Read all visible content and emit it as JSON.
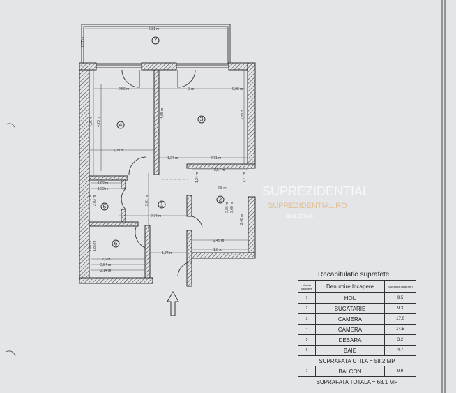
{
  "plan": {
    "room_numbers": [
      "1",
      "2",
      "3",
      "4",
      "5",
      "6",
      "7"
    ],
    "dimensions": {
      "balcony_width": "6,31 m",
      "balcony_depth": "1,57 m",
      "room4_width": "2,56 m",
      "room3_width": "3 m",
      "room3_extra": "0,98 m",
      "room4_height_outer": "4,96 m",
      "room4_height_inner": "4,73 m",
      "partition_height": "4,65 m",
      "room3_height": "3,89 m",
      "room4_bottom": "3,09 m",
      "hall_top": "1,27 m",
      "room3_bottom": "2,71 m",
      "kitchen_top": "2,57 m",
      "kitchen_mid": "2,8 m",
      "kitchen_h1": "1,24 m",
      "kitchen_h2": "1,21 m",
      "kitchen_h3": "3,86 m",
      "kitchen_h4": "3,68 m",
      "kitchen_h5": "2,48 m",
      "kitchen_bottom1": "2,45 m",
      "kitchen_bottom2": "1,8 m",
      "debara_w1": "1,62 m",
      "debara_w2": "1,53 m",
      "debara_h1": "1,13 m",
      "debara_h2": "2,03 m",
      "hall_height": "2,61 m",
      "hall_width": "2,74 m",
      "entry_width": "1,74 m",
      "bath_w1": "2,6 m",
      "bath_w2": "2,54 m",
      "bath_w3": "2,14 m",
      "bath_h1": "1,41 m",
      "bath_h2": "1,86 m"
    },
    "watermark": {
      "line1": "SUPREZIDENTIAL",
      "line2": "SUPREZIDENTIAL.RO",
      "line3": "REAL ESTATE"
    }
  },
  "summary": {
    "title": "Recapitulatie suprafete",
    "headers": [
      "Numar Incapere",
      "Denumire Incapere",
      "Suprafata utila (MP)"
    ],
    "rows": [
      {
        "no": "1",
        "name": "HOL",
        "area": "9.5"
      },
      {
        "no": "2",
        "name": "BUCATARIE",
        "area": "9.3"
      },
      {
        "no": "3",
        "name": "CAMERA",
        "area": "17.0"
      },
      {
        "no": "4",
        "name": "CAMERA",
        "area": "14.5"
      },
      {
        "no": "5",
        "name": "DEBARA",
        "area": "3.2"
      },
      {
        "no": "6",
        "name": "BAIE",
        "area": "4.7"
      }
    ],
    "subtotal": "SUPRAFATA UTILA = 58.2 MP",
    "balcony": {
      "no": "7",
      "name": "BALCON",
      "area": "9.9"
    },
    "total": "SUPRAFATA TOTALA = 68.1 MP"
  },
  "colors": {
    "paper": "#e3e5e9",
    "lines": "#333333"
  }
}
